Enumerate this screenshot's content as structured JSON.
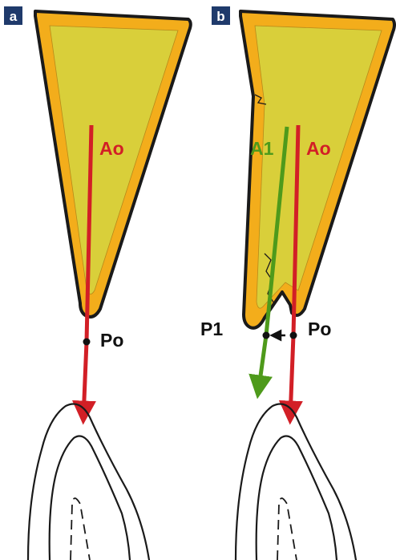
{
  "panel_a": {
    "badge": "a",
    "vector_label": "Ao",
    "point_label": "Po"
  },
  "panel_b": {
    "badge": "b",
    "vector_label_green": "A1",
    "vector_label_red": "Ao",
    "point_label_left": "P1",
    "point_label_right": "Po"
  },
  "colors": {
    "red_vector": "#d21f26",
    "green_vector": "#4e9a1b",
    "enamel": "#f3ad1b",
    "dentin": "#d9cf3a",
    "badge": "#1f3a6b"
  }
}
